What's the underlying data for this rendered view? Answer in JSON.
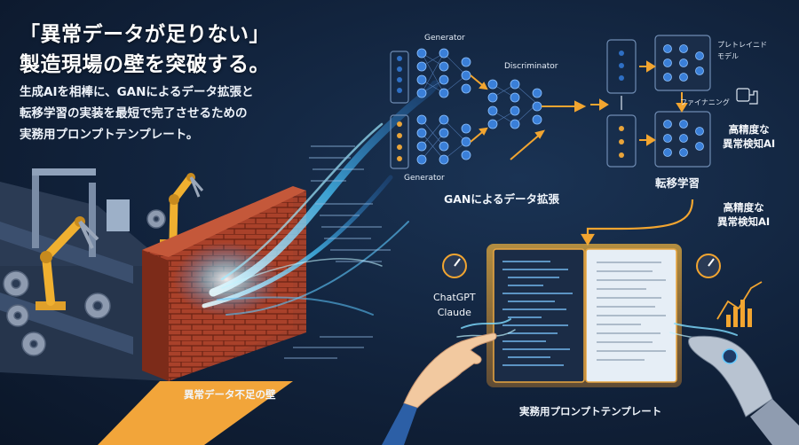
{
  "headline": {
    "line1": "「異常データが足りない」",
    "line2": "製造現場の壁を突破する。"
  },
  "subtext": {
    "line1": "生成AIを相棒に、GANによるデータ拡張と",
    "line2": "転移学習の実装を最短で完了させるための",
    "line3": "実務用プロンプトテンプレート。"
  },
  "diagram": {
    "generator_top": "Generator",
    "generator_bottom": "Generator",
    "discriminator": "Discriminator",
    "gan_caption": "GANによるデータ拡張",
    "pretrained": "プレトレイニド\nモデル",
    "finetuning": "ファイナニング",
    "high_precision_upper": "高精度な\n異常検知AI",
    "transfer_learning": "転移学習",
    "high_precision_lower": "高精度な\n異常検知AI"
  },
  "factory": {
    "wall_caption": "異常データ不足の壁"
  },
  "template": {
    "llm_label": "ChatGPT\nClaude",
    "book_caption": "実務用プロンプトテンプレート"
  },
  "colors": {
    "background": "#11223b",
    "accent_orange": "#f2a530",
    "node_blue": "#2e6fc4",
    "glow_cyan": "#4fd6ff",
    "brick": "#b5482e"
  }
}
